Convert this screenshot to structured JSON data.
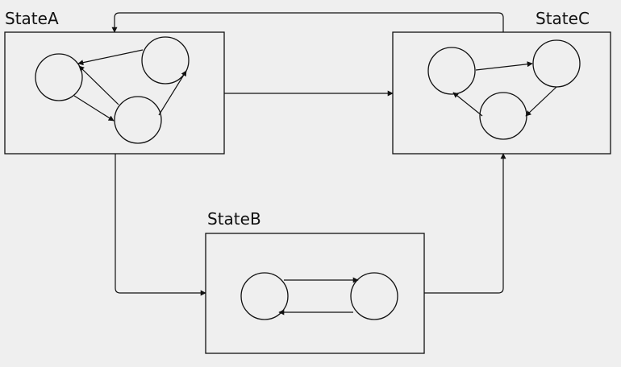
{
  "states": {
    "a": {
      "label": "StateA"
    },
    "b": {
      "label": "StateB"
    },
    "c": {
      "label": "StateC"
    }
  },
  "colors": {
    "background": "#efefef",
    "stroke": "#111111",
    "box_fill": "#efefef",
    "node_fill": "#efefef"
  }
}
